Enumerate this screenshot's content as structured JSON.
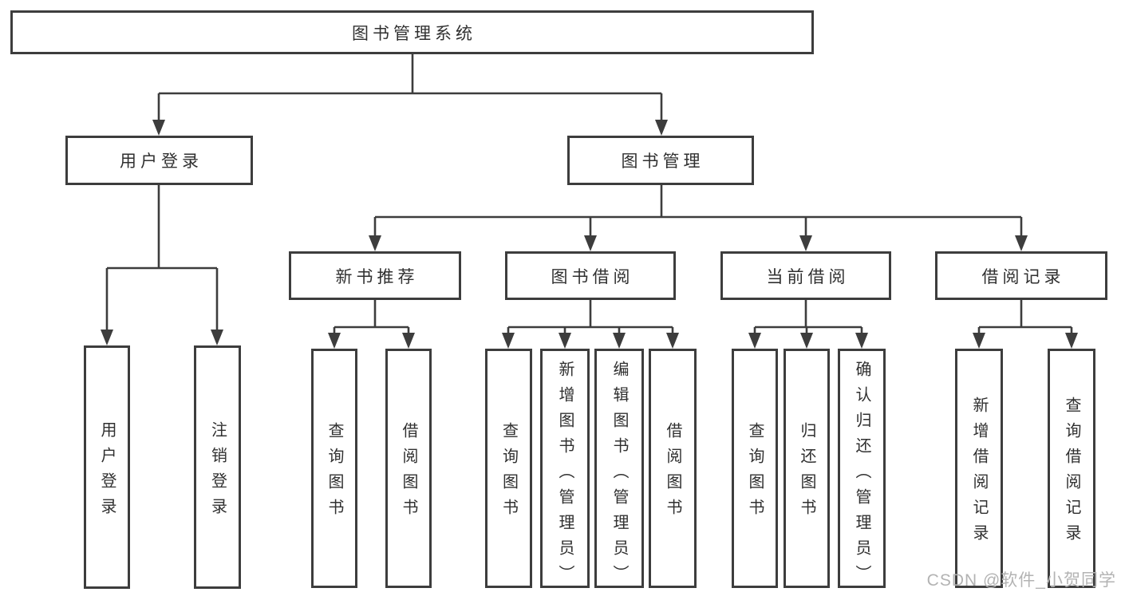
{
  "diagram_title": "图书管理系统",
  "tree": {
    "root": {
      "label": "图书管理系统"
    },
    "branches": [
      {
        "label": "用户登录",
        "children": [
          {
            "label": "用户登录"
          },
          {
            "label": "注销登录"
          }
        ]
      },
      {
        "label": "图书管理",
        "groups": [
          {
            "label": "新书推荐",
            "children": [
              {
                "label": "查询图书"
              },
              {
                "label": "借阅图书"
              }
            ]
          },
          {
            "label": "图书借阅",
            "children": [
              {
                "label": "查询图书"
              },
              {
                "label": "新增图书（管理员）"
              },
              {
                "label": "编辑图书（管理员）"
              },
              {
                "label": "借阅图书"
              }
            ]
          },
          {
            "label": "当前借阅",
            "children": [
              {
                "label": "查询图书"
              },
              {
                "label": "归还图书"
              },
              {
                "label": "确认归还（管理员）"
              }
            ]
          },
          {
            "label": "借阅记录",
            "children": [
              {
                "label": "新增借阅记录"
              },
              {
                "label": "查询借阅记录"
              }
            ]
          }
        ]
      }
    ]
  },
  "watermark": {
    "text": "CSDN @软件_小贺同学"
  },
  "colors": {
    "line": "#3d3d3d",
    "text": "#303030",
    "background": "#ffffff",
    "watermark": "#b3b3b3"
  }
}
